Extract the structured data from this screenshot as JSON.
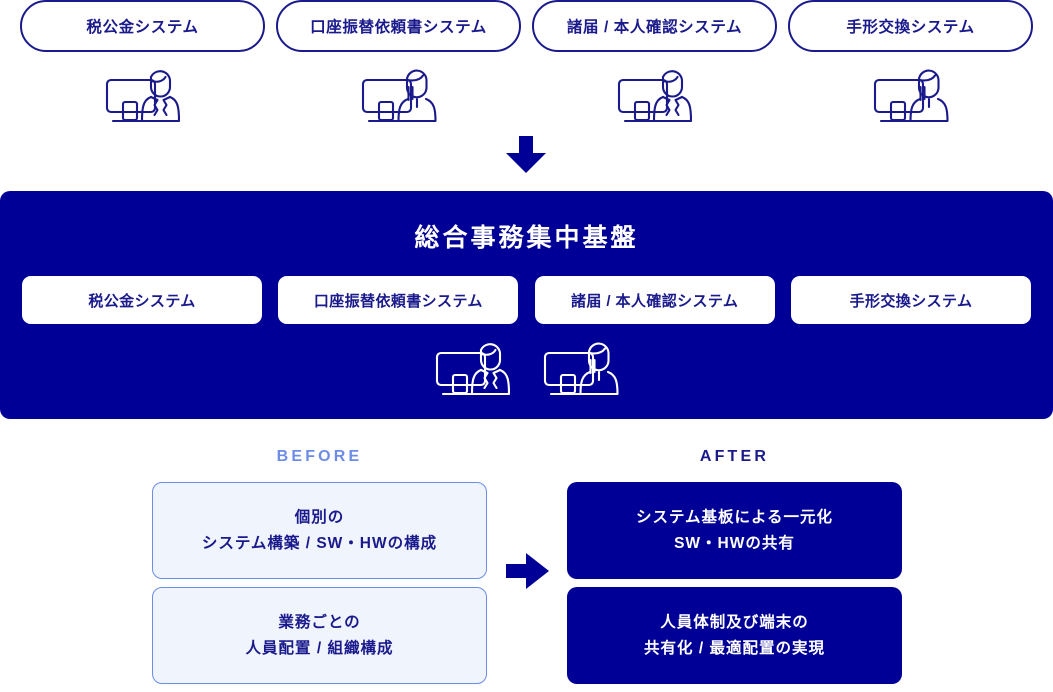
{
  "colors": {
    "navy": "#000096",
    "dark_blue_text": "#1a1a8c",
    "light_blue": "#6c8ce8",
    "pale_blue_fill": "#f0f4fd",
    "white": "#ffffff"
  },
  "top_row": {
    "systems": [
      {
        "label": "税公金システム",
        "icon": "person-at-monitor-male-icon"
      },
      {
        "label": "口座振替依頼書システム",
        "icon": "person-at-monitor-female-icon"
      },
      {
        "label": "諸届 / 本人確認システム",
        "icon": "person-at-monitor-male-icon"
      },
      {
        "label": "手形交換システム",
        "icon": "person-at-monitor-female-icon"
      }
    ]
  },
  "flow_arrow": {
    "icon": "arrow-down-icon",
    "direction": "down"
  },
  "platform": {
    "title": "総合事務集中基盤",
    "systems": [
      {
        "label": "税公金システム"
      },
      {
        "label": "口座振替依頼書システム"
      },
      {
        "label": "諸届 / 本人確認システム"
      },
      {
        "label": "手形交換システム"
      }
    ],
    "operators": [
      {
        "icon": "person-at-monitor-male-icon"
      },
      {
        "icon": "person-at-monitor-female-icon"
      }
    ]
  },
  "compare": {
    "transition_arrow": {
      "icon": "arrow-right-icon",
      "direction": "right"
    },
    "before": {
      "heading": "BEFORE",
      "boxes": [
        {
          "lines": [
            "個別の",
            "システム構築 / SW・HWの構成"
          ]
        },
        {
          "lines": [
            "業務ごとの",
            "人員配置 / 組織構成"
          ]
        }
      ]
    },
    "after": {
      "heading": "AFTER",
      "boxes": [
        {
          "lines": [
            "システム基板による一元化",
            "SW・HWの共有"
          ]
        },
        {
          "lines": [
            "人員体制及び端末の",
            "共有化 / 最適配置の実現"
          ]
        }
      ]
    }
  }
}
